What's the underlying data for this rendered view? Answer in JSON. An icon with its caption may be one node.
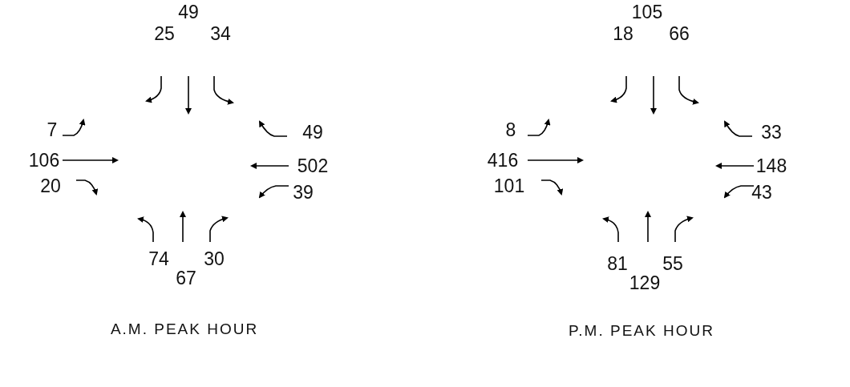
{
  "diagram": {
    "labels": [
      "49",
      "25",
      "34",
      "7",
      "106",
      "20",
      "49",
      "502",
      "39",
      "74",
      "67",
      "30",
      "105",
      "18",
      "66",
      "8",
      "416",
      "101",
      "33",
      "148",
      "43",
      "81",
      "129",
      "55",
      "A.M. PEAK HOUR",
      "P.M. PEAK HOUR"
    ]
  }
}
